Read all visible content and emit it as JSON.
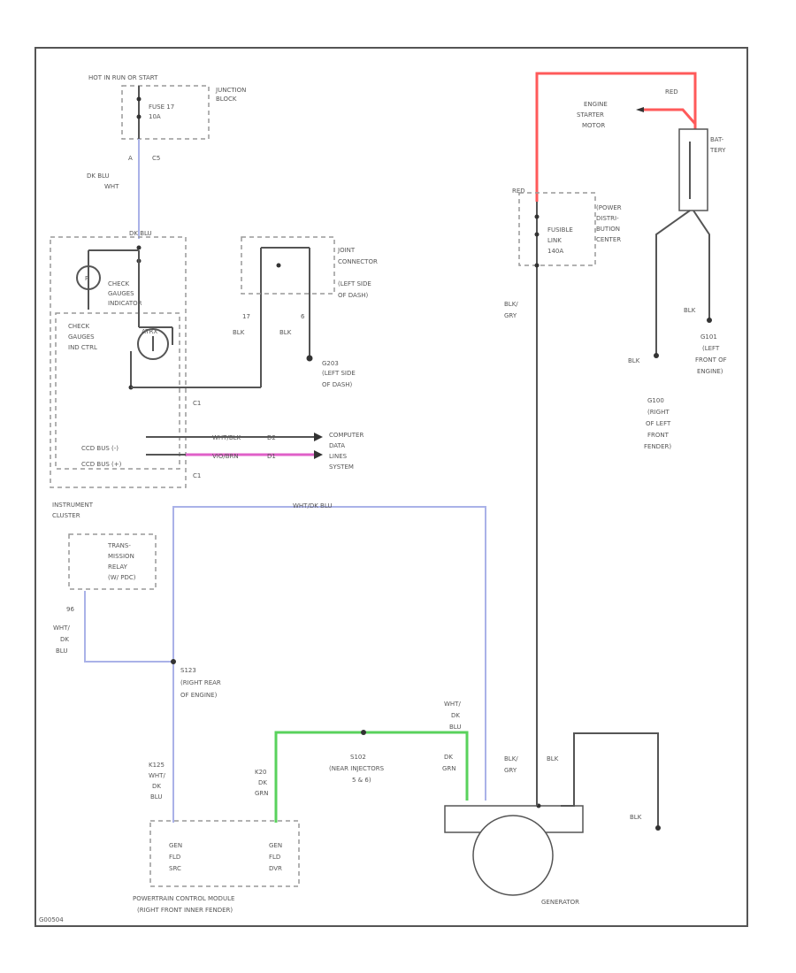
{
  "labels": {
    "hot_in_run": "HOT IN RUN OR START",
    "junction_block": "JUNCTION",
    "junction_block2": "BLOCK",
    "fuse17": "FUSE 17",
    "fuse17_amp": "10A",
    "pin_a_c5": "A",
    "c5": "C5",
    "dk_blu_wht": "DK BLU",
    "dk_blu_wht2": "WHT",
    "check_gauges_ind": "CHECK",
    "check_gauges_ind2": "GAUGES",
    "check_gauges_ind3": "INDICATOR",
    "check_gauges_ctrl": "CHECK",
    "check_gauges_ctrl2": "GAUGES",
    "check_gauges_ctrl3": "IND CTRL",
    "joint_connector": "JOINT",
    "joint_connector2": "CONNECTOR",
    "joint_connector3": "(LEFT SIDE",
    "joint_connector4": "OF DASH)",
    "blk_left": "BLK",
    "blk_mid": "BLK",
    "g203": "G203",
    "g203_b": "(LEFT SIDE",
    "g203_c": "OF DASH)",
    "c1_top": "C1",
    "c1_bottom": "C1",
    "ccd_bus_minus": "CCD BUS (-)",
    "ccd_bus_plus": "CCD BUS (+)",
    "computer_data_lines": "COMPUTER",
    "computer_data_lines2": "DATA",
    "computer_data_lines3": "LINES",
    "computer_data_lines4": "SYSTEM",
    "instrument_cluster": "INSTRUMENT",
    "instrument_cluster2": "CLUSTER",
    "trans_relay": "TRANS-",
    "trans_relay2": "MISSION",
    "trans_relay3": "RELAY",
    "trans_relay4": "(W/ PDC)",
    "wht_dk_blu_top": "WHT/DK BLU",
    "wht_dk_blu_left": "WHT/",
    "wht_dk_blu_left2": "DK",
    "wht_dk_blu_left3": "BLU",
    "s123": "S123",
    "s123_b": "(RIGHT REAR",
    "s123_c": "OF ENGINE)",
    "k125": "K125",
    "k125_b": "WHT/",
    "k125_c": "DK",
    "k125_d": "BLU",
    "k20": "K20",
    "k20_b": "DK",
    "k20_c": "GRN",
    "s102": "S102",
    "s102_b": "(NEAR INJECTORS",
    "s102_c": "5 & 6)",
    "wht_dk_blu_gen": "WHT/",
    "wht_dk_blu_gen2": "DK",
    "wht_dk_blu_gen3": "BLU",
    "dk_grn_gen": "DK",
    "dk_grn_gen2": "GRN",
    "pcm_gen_fld_src": "GEN",
    "pcm_gen_fld_src2": "FLD",
    "pcm_gen_fld_src3": "SRC",
    "pcm_gen_fld_drv": "GEN",
    "pcm_gen_fld_drv2": "FLD",
    "pcm_gen_fld_drv3": "DVR",
    "pcm": "POWERTRAIN CONTROL MODULE",
    "pcm2": "(RIGHT FRONT INNER FENDER)",
    "generator": "GENERATOR",
    "engine_starter": "ENGINE",
    "engine_starter2": "STARTER",
    "engine_starter3": "MOTOR",
    "red_top": "RED",
    "red_mid": "RED",
    "battery": "BAT-",
    "battery2": "TERY",
    "power_dist": "(POWER",
    "power_dist2": "DISTRI-",
    "power_dist3": "BUTION",
    "power_dist4": "CENTER",
    "fusible_link": "FUSIBLE",
    "fusible_link2": "LINK",
    "fusible_link3": "140A",
    "blk_gry_top": "BLK/",
    "blk_gry_top2": "GRY",
    "blk_gry_gen": "BLK/",
    "blk_gry_gen2": "GRY",
    "blk_gen": "BLK",
    "blk_gen_ground": "BLK",
    "blk_bat_left": "BLK",
    "blk_bat_right": "BLK",
    "g100": "G100",
    "g100_b": "(RIGHT",
    "g100_c": "OF LEFT",
    "g100_d": "FRONT",
    "g100_e": "FENDER)",
    "g101": "G101",
    "g101_b": "(LEFT",
    "g101_c": "FRONT OF",
    "g101_d": "ENGINE)",
    "pin_17": "17",
    "pin_6": "6",
    "pin_96": "96",
    "pin_dk_blu": "DK BLU",
    "wire_whtblk": "WHT/BLK",
    "wire_whtblk_code": "D2",
    "wire_vio_brn": "VIO/BRN",
    "wire_vio_brn_code": "D1",
    "fig_id": "G00504"
  },
  "colors": {
    "battery_red": "#ff5a5a",
    "wire_blue": "#aab2e8",
    "wire_green": "#59d25c",
    "wire_pink": "#e060c8",
    "wire_black": "#555555"
  }
}
